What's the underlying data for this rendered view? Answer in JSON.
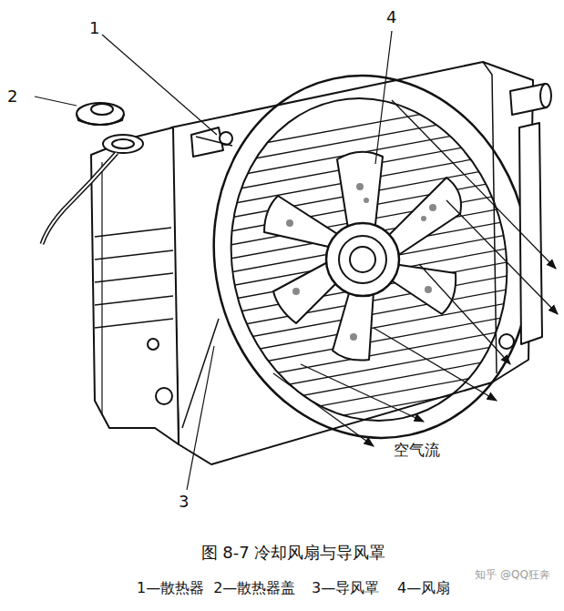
{
  "diagram": {
    "caption": "图 8-7 冷却风扇与导风罩",
    "labels": [
      "1",
      "2",
      "4",
      "3",
      "空气流",
      "1—散热器",
      "2—散热器盖",
      "3—导风罩",
      "4—风扇",
      "知乎 @QQ狂奔"
    ]
  }
}
